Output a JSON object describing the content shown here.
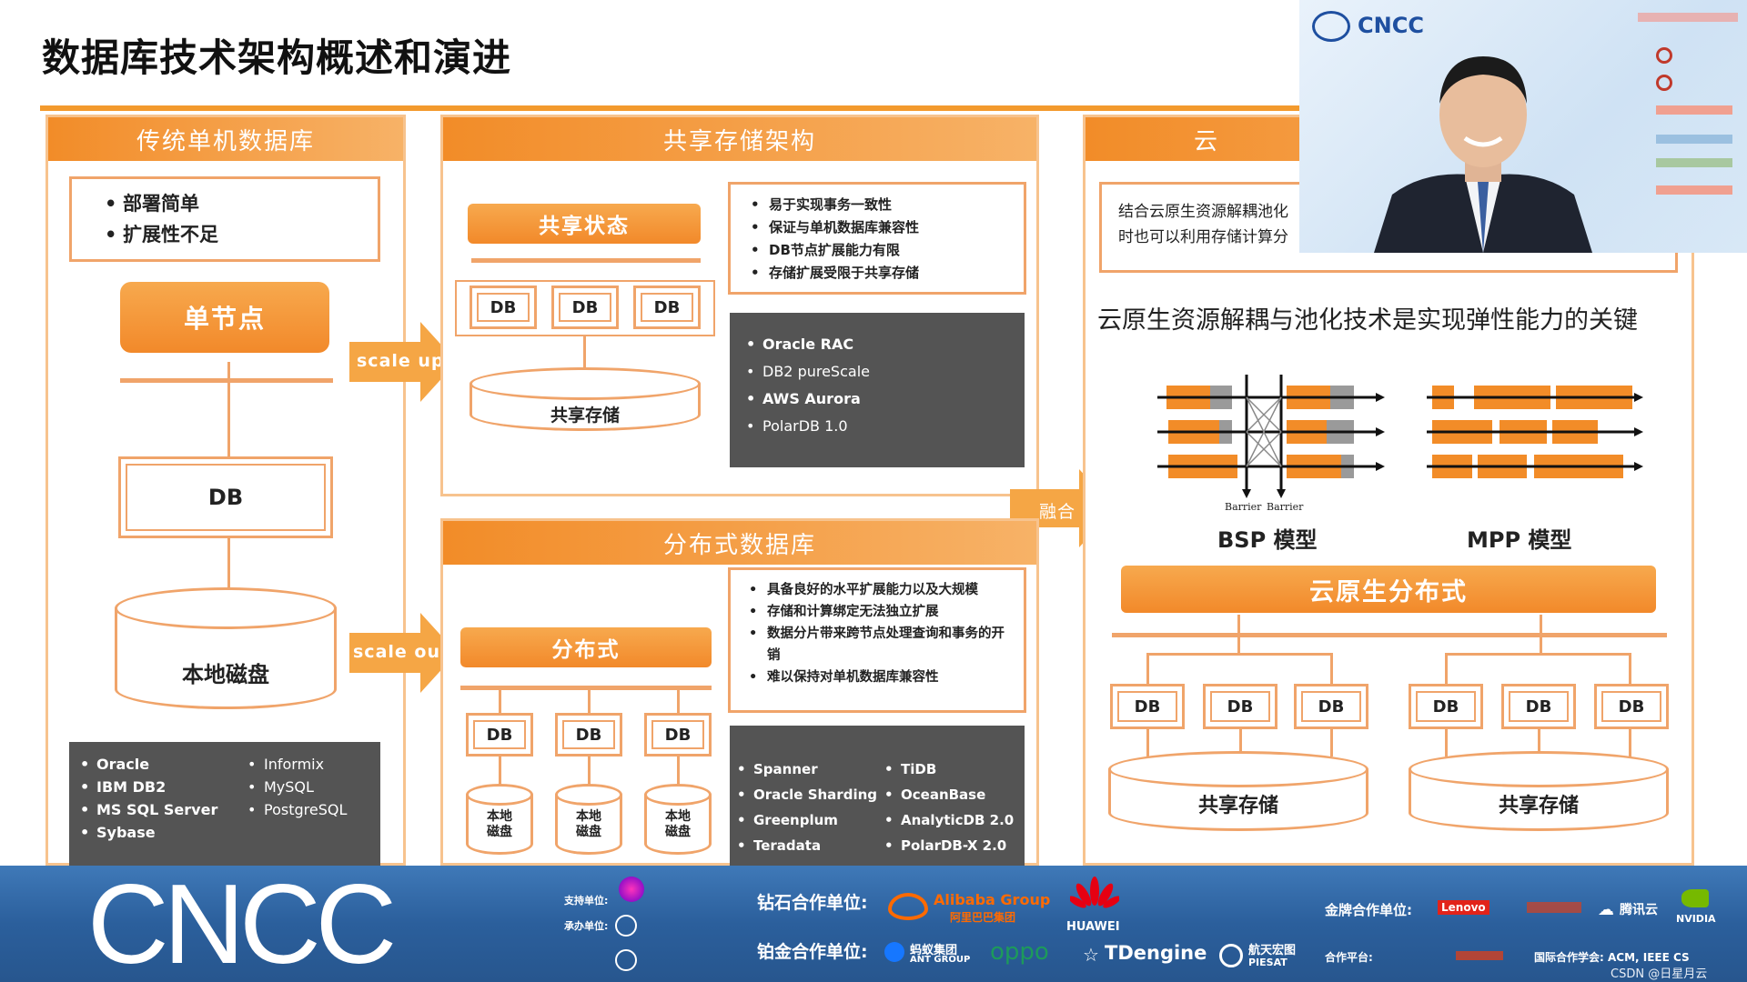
{
  "title": "数据库技术架构概述和演进",
  "col1": {
    "header": "传统单机数据库",
    "bullets": [
      "部署简单",
      "扩展性不足"
    ],
    "node_label": "单节点",
    "db_label": "DB",
    "disk_label": "本地磁盘",
    "products_left": [
      "Oracle",
      "IBM DB2",
      "MS SQL Server",
      "Sybase"
    ],
    "products_right": [
      "Informix",
      "MySQL",
      "PostgreSQL"
    ]
  },
  "arrows": {
    "scale_up": "scale up",
    "scale_out": "scale out",
    "merge": "融合"
  },
  "col2_top": {
    "header": "共享存储架构",
    "state_label": "共享状态",
    "dbs": [
      "DB",
      "DB",
      "DB"
    ],
    "storage_label": "共享存储",
    "bullets": [
      "易于实现事务一致性",
      "保证与单机数据库兼容性",
      "DB节点扩展能力有限",
      "存储扩展受限于共享存储"
    ],
    "products": [
      "Oracle RAC",
      "DB2 pureScale",
      "AWS Aurora",
      "PolarDB 1.0"
    ]
  },
  "col2_bottom": {
    "header": "分布式数据库",
    "dist_label": "分布式",
    "dbs": [
      "DB",
      "DB",
      "DB"
    ],
    "disks": [
      "本地\n磁盘",
      "本地\n磁盘",
      "本地\n磁盘"
    ],
    "bullets": [
      "具备良好的水平扩展能力以及大规模",
      "存储和计算绑定无法独立扩展",
      "数据分片带来跨节点处理查询和事务的开销",
      "难以保持对单机数据库兼容性"
    ],
    "products_left": [
      "Spanner",
      "Oracle Sharding",
      "Greenplum",
      "Teradata"
    ],
    "products_right": [
      "TiDB",
      "OceanBase",
      "AnalyticDB 2.0",
      "PolarDB-X 2.0"
    ]
  },
  "col3": {
    "header": "云",
    "intro_line1": "结合云原生资源解耦池化",
    "intro_line2": "时也可以利用存储计算分",
    "key_line": "云原生资源解耦与池化技术是实现弹性能力的关键",
    "bsp_label": "BSP 模型",
    "mpp_label": "MPP 模型",
    "barrier1": "Barrier",
    "barrier2": "Barrier",
    "cloud_label": "云原生分布式",
    "group1_dbs": [
      "DB",
      "DB",
      "DB"
    ],
    "group2_dbs": [
      "DB",
      "DB",
      "DB"
    ],
    "storage1": "共享存储",
    "storage2": "共享存储"
  },
  "video": {
    "logo": "CNCC"
  },
  "banner": {
    "cncc": "CNCC",
    "support_label": "支持单位:",
    "host_label": "承办单位:",
    "diamond_label": "钻石合作单位:",
    "platinum_label": "铂金合作单位:",
    "gold_label": "金牌合作单位:",
    "platform_label": "合作平台:",
    "intl_label": "国际合作学会: ACM, IEEE CS",
    "alibaba": "Alibaba Group",
    "alibaba_cn": "阿里巴巴集团",
    "huawei": "HUAWEI",
    "ant": "蚂蚁集团",
    "ant_en": "ANT GROUP",
    "oppo": "oppo",
    "tdengine": "TDengine",
    "piesat_cn": "航天宏图",
    "piesat": "PIESAT",
    "lenovo": "Lenovo",
    "tencent": "腾讯云",
    "nvidia": "NVIDIA",
    "watermark": "CSDN @日星月云"
  }
}
